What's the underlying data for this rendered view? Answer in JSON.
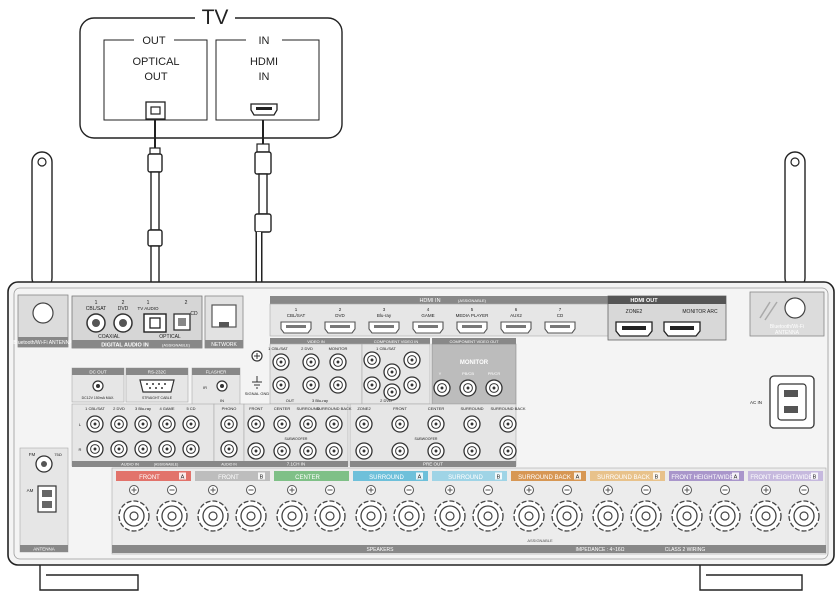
{
  "tv": {
    "title": "TV",
    "out_group": "OUT",
    "optical_out_line1": "OPTICAL",
    "optical_out_line2": "OUT",
    "in_group": "IN",
    "hdmi_in_line1": "HDMI",
    "hdmi_in_line2": "IN"
  },
  "receiver": {
    "digital_audio_in_label": "DIGITAL AUDIO IN",
    "digital_audio_in_note": "(ASSIGNABLE)",
    "coaxial_label": "COAXIAL",
    "optical_label": "OPTICAL",
    "coax_1_label": "CBL/SAT",
    "coax_1_num": "1",
    "coax_2_label": "DVD",
    "coax_2_num": "2",
    "optical_1_label": "TV AUDIO",
    "optical_1_num": "1",
    "optical_2_label": "CD",
    "optical_2_num": "2",
    "network_label": "NETWORK",
    "hdmi_in_label": "HDMI IN",
    "hdmi_in_note": "(ASSIGNABLE)",
    "hdmi_inputs": [
      {
        "num": "1",
        "label": "CBL/SAT"
      },
      {
        "num": "2",
        "label": "DVD"
      },
      {
        "num": "3",
        "label": "Blu-ray"
      },
      {
        "num": "4",
        "label": "GAME"
      },
      {
        "num": "5",
        "label": "MEDIA PLAYER"
      },
      {
        "num": "6",
        "label": "AUX2"
      },
      {
        "num": "7",
        "label": "CD"
      }
    ],
    "hdmi_out_label": "HDMI OUT",
    "zone2_label": "ZONE2",
    "monitor_arc_label": "MONITOR ARC",
    "bt_antenna_label": "Bluetooth/Wi-Fi ANTENNA",
    "bt_antenna_right_line1": "Bluetooth/Wi-Fi",
    "bt_antenna_right_line2": "ANTENNA",
    "dc_out_label": "DC OUT",
    "dc_out_spec": "DC12V 150mA MAX.",
    "rs232c_label": "RS-232C",
    "straight_cable_label": "STRAIGHT CABLE",
    "flasher_label": "FLASHER",
    "flasher_in_label": "IN",
    "ir_label": "IR",
    "signal_gnd_label": "SIGNAL GND",
    "component_video_in_label": "COMPONENT VIDEO IN",
    "component_video_out_label": "COMPONENT VIDEO OUT",
    "video_in_label": "VIDEO IN",
    "video_out_label": "OUT",
    "monitor_label": "MONITOR",
    "video_1_label": "1 CBL/SAT",
    "video_2_label": "2 DVD",
    "video_3_label": "3 Blu-ray",
    "video_monitor_label": "MONITOR",
    "component_1_label": "1 CBL/SAT",
    "component_2_label": "2 DVD",
    "y_label": "Y",
    "pb_label": "PB/CB",
    "pr_label": "PR/CR",
    "audio_in_label": "AUDIO IN",
    "audio_in_note": "(ASSIGNABLE)",
    "audio_in_inputs": [
      {
        "num": "1",
        "label": "CBL/SAT"
      },
      {
        "num": "2",
        "label": "DVD"
      },
      {
        "num": "3",
        "label": "Blu-ray"
      },
      {
        "num": "4",
        "label": "GAME"
      },
      {
        "num": "5",
        "label": "CD"
      }
    ],
    "phono_label": "PHONO",
    "audio_in_short": "AUDIO IN",
    "multich_in_label": "7.1CH IN",
    "multich_cols": [
      "FRONT",
      "CENTER",
      "SURROUND",
      "SURROUND BACK"
    ],
    "subwoofer_label": "SUBWOOFER",
    "pre_out_label": "PRE OUT",
    "pre_out_cols": [
      "ZONE2",
      "FRONT",
      "CENTER",
      "SURROUND",
      "SURROUND BACK"
    ],
    "l_label": "L",
    "r_label": "R",
    "fm_label": "FM",
    "fm_impedance": "75Ω",
    "am_label": "AM",
    "antenna_label": "ANTENNA",
    "ac_in_label": "AC IN",
    "speaker_groups": [
      {
        "label": "FRONT",
        "badge": "A",
        "color": "#e2736b"
      },
      {
        "label": "FRONT",
        "badge": "B",
        "color": "#bdbdbd"
      },
      {
        "label": "CENTER",
        "badge": "",
        "color": "#7fc087"
      },
      {
        "label": "SURROUND",
        "badge": "A",
        "color": "#6ec0da"
      },
      {
        "label": "SURROUND",
        "badge": "B",
        "color": "#9fd4e6"
      },
      {
        "label": "SURROUND BACK",
        "badge": "A",
        "color": "#d79754"
      },
      {
        "label": "SURROUND BACK",
        "badge": "B",
        "color": "#e8c28b"
      },
      {
        "label": "FRONT HEIGHT/WIDE",
        "badge": "A",
        "color": "#a996cb"
      },
      {
        "label": "FRONT HEIGHT/WIDE",
        "badge": "B",
        "color": "#c6b9de"
      }
    ],
    "speakers_label": "SPEAKERS",
    "assignable_label": "ASSIGNABLE",
    "impedance_label": "IMPEDANCE : 4~16Ω",
    "class2_label": "CLASS 2 WIRING"
  }
}
